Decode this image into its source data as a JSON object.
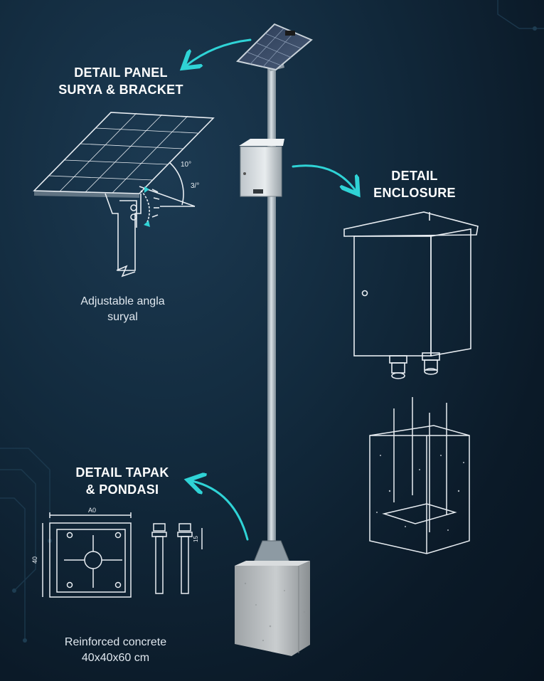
{
  "sections": {
    "panel": {
      "title_line1": "DETAIL PANEL",
      "title_line2": "SURYA & BRACKET",
      "caption_line1": "Adjustable angla",
      "caption_line2": "suryal",
      "angle_top": "10°",
      "angle_side": "3/°"
    },
    "enclosure": {
      "title_line1": "DETAIL",
      "title_line2": "ENCLOSURE"
    },
    "foundation": {
      "title_line1": "DETAIL TAPAK",
      "title_line2": "& PONDASI",
      "caption_line1": "Reinforced concrete",
      "caption_line2": "40x40x60 cm",
      "dim_top": "A0",
      "dim_side": "40",
      "dim_bolt": "15"
    }
  },
  "colors": {
    "accent": "#2fd3d6",
    "line": "#e8edf2",
    "background": "#0f2233"
  }
}
